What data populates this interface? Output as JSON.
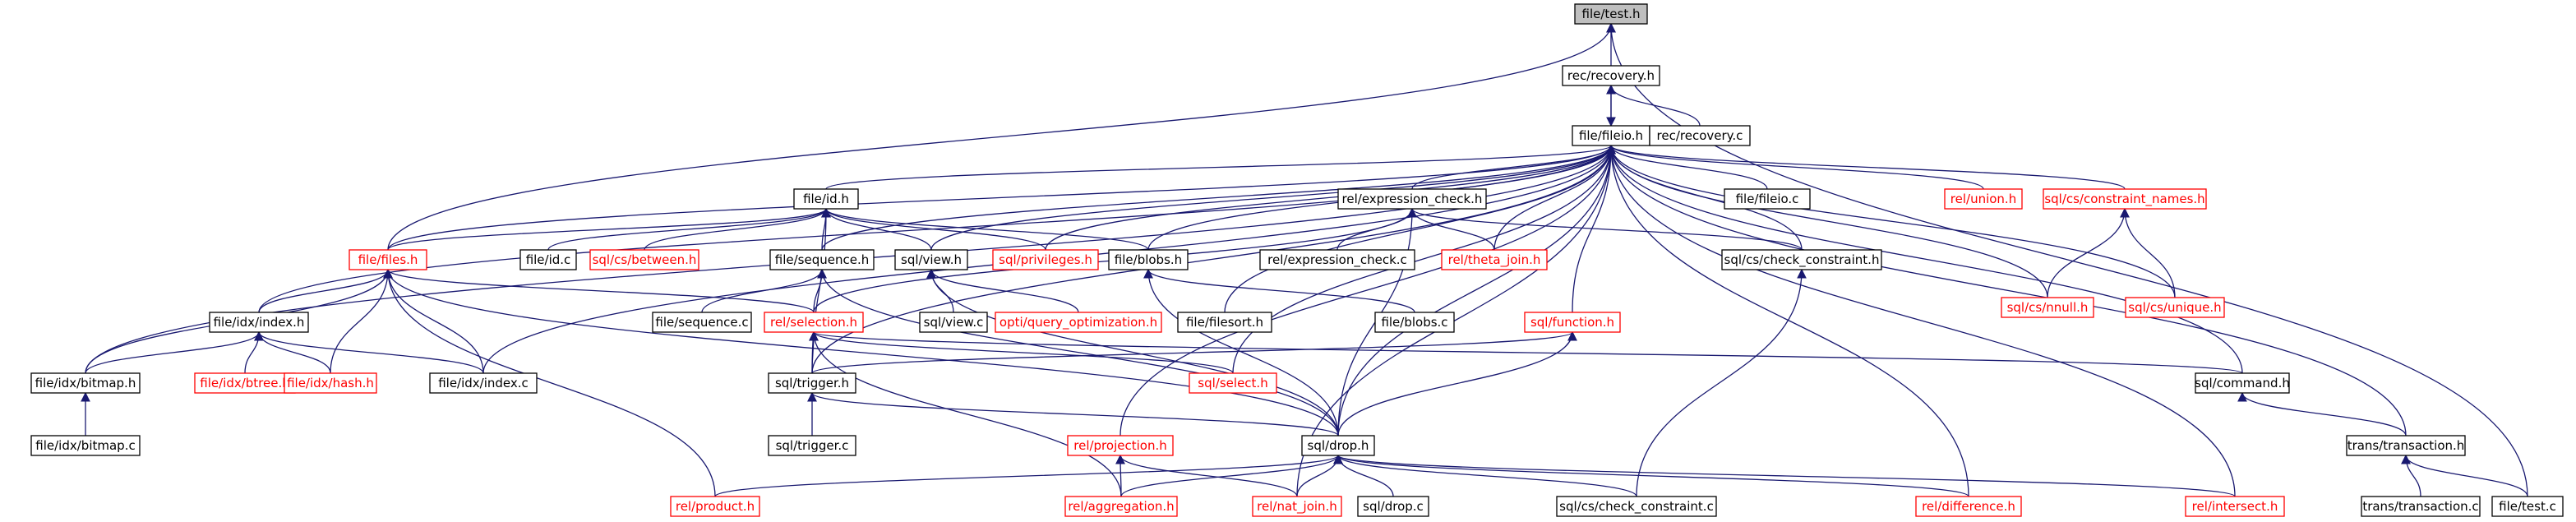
{
  "colors": {
    "edge": "#191970",
    "default_border": "#000000",
    "missing_border": "#ff0000",
    "root_fill": "#bfbfbf",
    "node_fill": "#ffffff",
    "missing_text": "#ff0000",
    "text": "#000000"
  },
  "nodes": [
    {
      "id": "file_test_h",
      "label": "file/test.h",
      "root": true
    },
    {
      "id": "rec_recovery_h",
      "label": "rec/recovery.h"
    },
    {
      "id": "file_fileio_h",
      "label": "file/fileio.h"
    },
    {
      "id": "rec_recovery_c",
      "label": "rec/recovery.c"
    },
    {
      "id": "file_id_h",
      "label": "file/id.h"
    },
    {
      "id": "rel_expression_check_h",
      "label": "rel/expression_check.h"
    },
    {
      "id": "file_fileio_c",
      "label": "file/fileio.c"
    },
    {
      "id": "rel_union_h",
      "label": "rel/union.h",
      "missing": true
    },
    {
      "id": "sql_cs_constraint_names_h",
      "label": "sql/cs/constraint_names.h",
      "missing": true
    },
    {
      "id": "file_files_h",
      "label": "file/files.h",
      "missing": true
    },
    {
      "id": "file_id_c",
      "label": "file/id.c"
    },
    {
      "id": "sql_cs_between_h",
      "label": "sql/cs/between.h",
      "missing": true
    },
    {
      "id": "file_sequence_h",
      "label": "file/sequence.h"
    },
    {
      "id": "sql_view_h",
      "label": "sql/view.h"
    },
    {
      "id": "sql_privileges_h",
      "label": "sql/privileges.h",
      "missing": true
    },
    {
      "id": "file_blobs_h",
      "label": "file/blobs.h"
    },
    {
      "id": "rel_expression_check_c",
      "label": "rel/expression_check.c"
    },
    {
      "id": "rel_theta_join_h",
      "label": "rel/theta_join.h",
      "missing": true
    },
    {
      "id": "sql_cs_check_constraint_h",
      "label": "sql/cs/check_constraint.h"
    },
    {
      "id": "sql_cs_nnull_h",
      "label": "sql/cs/nnull.h",
      "missing": true
    },
    {
      "id": "sql_cs_unique_h",
      "label": "sql/cs/unique.h",
      "missing": true
    },
    {
      "id": "file_idx_index_h",
      "label": "file/idx/index.h"
    },
    {
      "id": "file_sequence_c",
      "label": "file/sequence.c"
    },
    {
      "id": "rel_selection_h",
      "label": "rel/selection.h",
      "missing": true
    },
    {
      "id": "sql_view_c",
      "label": "sql/view.c"
    },
    {
      "id": "opti_query_optimization_h",
      "label": "opti/query_optimization.h",
      "missing": true
    },
    {
      "id": "file_filesort_h",
      "label": "file/filesort.h"
    },
    {
      "id": "file_blobs_c",
      "label": "file/blobs.c"
    },
    {
      "id": "sql_function_h",
      "label": "sql/function.h",
      "missing": true
    },
    {
      "id": "file_idx_bitmap_h",
      "label": "file/idx/bitmap.h"
    },
    {
      "id": "file_idx_btree_h",
      "label": "file/idx/btree.h",
      "missing": true
    },
    {
      "id": "file_idx_hash_h",
      "label": "file/idx/hash.h",
      "missing": true
    },
    {
      "id": "file_idx_index_c",
      "label": "file/idx/index.c"
    },
    {
      "id": "sql_trigger_h",
      "label": "sql/trigger.h"
    },
    {
      "id": "sql_select_h",
      "label": "sql/select.h",
      "missing": true
    },
    {
      "id": "sql_command_h",
      "label": "sql/command.h"
    },
    {
      "id": "file_idx_bitmap_c",
      "label": "file/idx/bitmap.c"
    },
    {
      "id": "sql_trigger_c",
      "label": "sql/trigger.c"
    },
    {
      "id": "rel_projection_h",
      "label": "rel/projection.h",
      "missing": true
    },
    {
      "id": "sql_drop_h",
      "label": "sql/drop.h"
    },
    {
      "id": "trans_transaction_h",
      "label": "trans/transaction.h"
    },
    {
      "id": "rel_product_h",
      "label": "rel/product.h",
      "missing": true
    },
    {
      "id": "rel_aggregation_h",
      "label": "rel/aggregation.h",
      "missing": true
    },
    {
      "id": "rel_nat_join_h",
      "label": "rel/nat_join.h",
      "missing": true
    },
    {
      "id": "sql_drop_c",
      "label": "sql/drop.c"
    },
    {
      "id": "sql_cs_check_constraint_c",
      "label": "sql/cs/check_constraint.c"
    },
    {
      "id": "rel_difference_h",
      "label": "rel/difference.h",
      "missing": true
    },
    {
      "id": "rel_intersect_h",
      "label": "rel/intersect.h",
      "missing": true
    },
    {
      "id": "trans_transaction_c",
      "label": "trans/transaction.c"
    },
    {
      "id": "file_test_c",
      "label": "file/test.c"
    }
  ],
  "edges": [
    [
      "file_test_h",
      "rec_recovery_h"
    ],
    [
      "file_test_h",
      "file_files_h"
    ],
    [
      "file_test_h",
      "file_test_c"
    ],
    [
      "rec_recovery_h",
      "file_fileio_h"
    ],
    [
      "rec_recovery_h",
      "rec_recovery_c"
    ],
    [
      "file_fileio_h",
      "rec_recovery_h"
    ],
    [
      "file_fileio_h",
      "file_id_h"
    ],
    [
      "file_fileio_h",
      "rel_expression_check_h"
    ],
    [
      "file_fileio_h",
      "file_fileio_c"
    ],
    [
      "file_fileio_h",
      "rel_union_h"
    ],
    [
      "file_fileio_h",
      "sql_cs_constraint_names_h"
    ],
    [
      "file_fileio_h",
      "file_files_h"
    ],
    [
      "file_fileio_h",
      "file_sequence_h"
    ],
    [
      "file_fileio_h",
      "sql_view_h"
    ],
    [
      "file_fileio_h",
      "sql_privileges_h"
    ],
    [
      "file_fileio_h",
      "file_blobs_h"
    ],
    [
      "file_fileio_h",
      "rel_theta_join_h"
    ],
    [
      "file_fileio_h",
      "sql_cs_check_constraint_h"
    ],
    [
      "file_fileio_h",
      "sql_cs_nnull_h"
    ],
    [
      "file_fileio_h",
      "sql_cs_unique_h"
    ],
    [
      "file_fileio_h",
      "file_idx_index_h"
    ],
    [
      "file_fileio_h",
      "file_filesort_h"
    ],
    [
      "file_fileio_h",
      "sql_function_h"
    ],
    [
      "file_fileio_h",
      "file_idx_bitmap_h"
    ],
    [
      "file_fileio_h",
      "file_idx_index_c"
    ],
    [
      "file_fileio_h",
      "sql_trigger_h"
    ],
    [
      "file_fileio_h",
      "sql_select_h"
    ],
    [
      "file_fileio_h",
      "sql_command_h"
    ],
    [
      "file_fileio_h",
      "rel_projection_h"
    ],
    [
      "file_fileio_h",
      "sql_drop_h"
    ],
    [
      "file_fileio_h",
      "trans_transaction_h"
    ],
    [
      "file_fileio_h",
      "rel_nat_join_h"
    ],
    [
      "file_fileio_h",
      "rel_difference_h"
    ],
    [
      "file_fileio_h",
      "rel_intersect_h"
    ],
    [
      "file_id_h",
      "file_files_h"
    ],
    [
      "file_id_h",
      "file_id_c"
    ],
    [
      "file_id_h",
      "sql_cs_between_h"
    ],
    [
      "file_id_h",
      "file_sequence_h"
    ],
    [
      "file_id_h",
      "sql_view_h"
    ],
    [
      "file_id_h",
      "sql_privileges_h"
    ],
    [
      "file_id_h",
      "file_blobs_h"
    ],
    [
      "file_id_h",
      "sql_trigger_h"
    ],
    [
      "rel_expression_check_h",
      "rel_expression_check_c"
    ],
    [
      "rel_expression_check_h",
      "rel_theta_join_h"
    ],
    [
      "rel_expression_check_h",
      "sql_cs_check_constraint_h"
    ],
    [
      "rel_expression_check_h",
      "rel_selection_h"
    ],
    [
      "rel_expression_check_h",
      "sql_drop_h"
    ],
    [
      "sql_cs_constraint_names_h",
      "sql_cs_nnull_h"
    ],
    [
      "sql_cs_constraint_names_h",
      "sql_cs_unique_h"
    ],
    [
      "file_files_h",
      "file_idx_index_h"
    ],
    [
      "file_files_h",
      "rel_selection_h"
    ],
    [
      "file_files_h",
      "file_idx_bitmap_h"
    ],
    [
      "file_files_h",
      "file_idx_hash_h"
    ],
    [
      "file_files_h",
      "file_idx_index_c"
    ],
    [
      "file_files_h",
      "rel_product_h"
    ],
    [
      "file_files_h",
      "sql_drop_h"
    ],
    [
      "file_sequence_h",
      "file_sequence_c"
    ],
    [
      "file_sequence_h",
      "rel_selection_h"
    ],
    [
      "file_sequence_h",
      "sql_drop_h"
    ],
    [
      "sql_view_h",
      "sql_view_c"
    ],
    [
      "sql_view_h",
      "opti_query_optimization_h"
    ],
    [
      "sql_view_h",
      "sql_drop_h"
    ],
    [
      "file_blobs_h",
      "file_blobs_c"
    ],
    [
      "file_blobs_h",
      "sql_drop_h"
    ],
    [
      "sql_cs_check_constraint_h",
      "sql_cs_check_constraint_c"
    ],
    [
      "file_idx_index_h",
      "file_idx_bitmap_h"
    ],
    [
      "file_idx_index_h",
      "file_idx_btree_h"
    ],
    [
      "file_idx_index_h",
      "file_idx_hash_h"
    ],
    [
      "file_idx_index_h",
      "file_idx_index_c"
    ],
    [
      "rel_selection_h",
      "sql_trigger_h"
    ],
    [
      "rel_selection_h",
      "sql_select_h"
    ],
    [
      "rel_selection_h",
      "sql_command_h"
    ],
    [
      "rel_selection_h",
      "rel_aggregation_h"
    ],
    [
      "sql_function_h",
      "sql_trigger_h"
    ],
    [
      "sql_function_h",
      "sql_drop_h"
    ],
    [
      "file_idx_bitmap_h",
      "file_idx_bitmap_c"
    ],
    [
      "sql_trigger_h",
      "sql_trigger_c"
    ],
    [
      "sql_trigger_h",
      "sql_drop_h"
    ],
    [
      "sql_command_h",
      "trans_transaction_h"
    ],
    [
      "rel_projection_h",
      "rel_aggregation_h"
    ],
    [
      "rel_projection_h",
      "rel_nat_join_h"
    ],
    [
      "sql_drop_h",
      "rel_product_h"
    ],
    [
      "sql_drop_h",
      "rel_aggregation_h"
    ],
    [
      "sql_drop_h",
      "rel_nat_join_h"
    ],
    [
      "sql_drop_h",
      "sql_drop_c"
    ],
    [
      "sql_drop_h",
      "sql_cs_check_constraint_c"
    ],
    [
      "sql_drop_h",
      "rel_difference_h"
    ],
    [
      "sql_drop_h",
      "rel_intersect_h"
    ],
    [
      "trans_transaction_h",
      "trans_transaction_c"
    ],
    [
      "trans_transaction_h",
      "file_test_c"
    ]
  ]
}
